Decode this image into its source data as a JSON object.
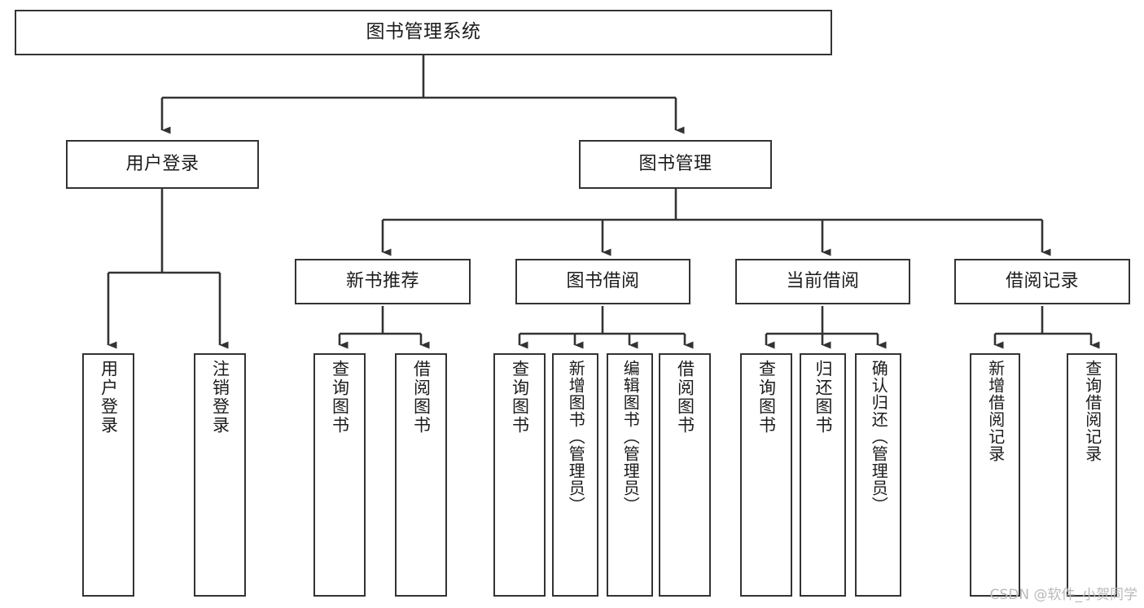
{
  "diagram": {
    "title": "图书管理系统",
    "type": "tree",
    "watermark": "CSDN @软件_小贺同学",
    "colors": {
      "stroke": "#333333",
      "fill": "#ffffff",
      "text": "#1b1b1b",
      "watermark": "#b9b9b9"
    },
    "nodes": {
      "root": {
        "label": "图书管理系统"
      },
      "level2": [
        {
          "id": "user-login",
          "label": "用户登录"
        },
        {
          "id": "book-manage",
          "label": "图书管理"
        }
      ],
      "level3": [
        {
          "id": "new-book-rec",
          "label": "新书推荐"
        },
        {
          "id": "book-borrow",
          "label": "图书借阅"
        },
        {
          "id": "current-borrow",
          "label": "当前借阅"
        },
        {
          "id": "borrow-record",
          "label": "借阅记录"
        }
      ],
      "leaves": [
        {
          "id": "leaf-user-login",
          "label": "用户登录",
          "parent": "user-login"
        },
        {
          "id": "leaf-logout",
          "label": "注销登录",
          "parent": "user-login"
        },
        {
          "id": "leaf-query-book-1",
          "label": "查询图书",
          "parent": "new-book-rec"
        },
        {
          "id": "leaf-borrow-book-1",
          "label": "借阅图书",
          "parent": "new-book-rec"
        },
        {
          "id": "leaf-query-book-2",
          "label": "查询图书",
          "parent": "book-borrow"
        },
        {
          "id": "leaf-add-book",
          "label": "新增图书（管理员）",
          "parent": "book-borrow"
        },
        {
          "id": "leaf-edit-book",
          "label": "编辑图书（管理员）",
          "parent": "book-borrow"
        },
        {
          "id": "leaf-borrow-book-2",
          "label": "借阅图书",
          "parent": "book-borrow"
        },
        {
          "id": "leaf-query-book-3",
          "label": "查询图书",
          "parent": "current-borrow"
        },
        {
          "id": "leaf-return-book",
          "label": "归还图书",
          "parent": "current-borrow"
        },
        {
          "id": "leaf-confirm-return",
          "label": "确认归还（管理员）",
          "parent": "current-borrow"
        },
        {
          "id": "leaf-add-record",
          "label": "新增借阅记录",
          "parent": "borrow-record"
        },
        {
          "id": "leaf-query-record",
          "label": "查询借阅记录",
          "parent": "borrow-record"
        }
      ]
    }
  }
}
